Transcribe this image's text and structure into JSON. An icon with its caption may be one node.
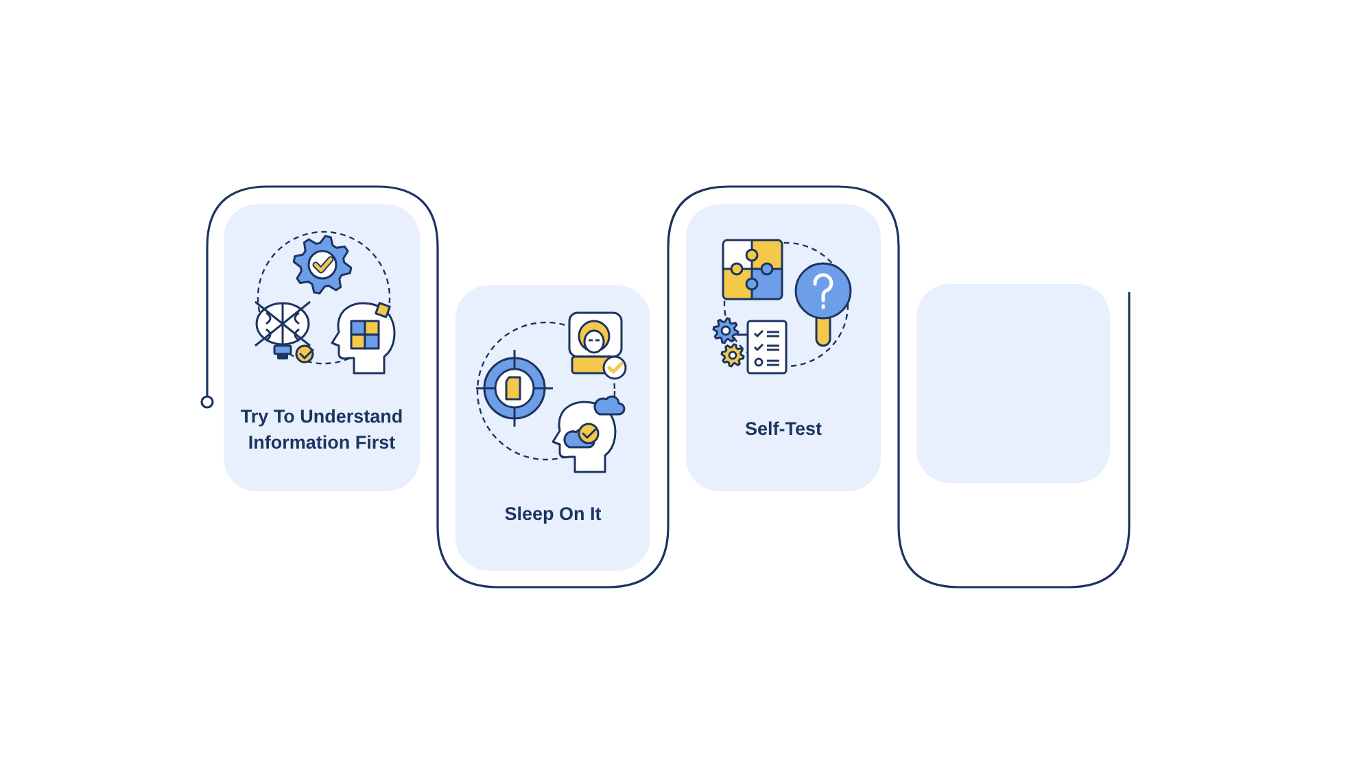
{
  "diagram": {
    "nodes": [
      {
        "text": [
          "Try To Understand Information First"
        ]
      },
      {
        "text": [
          "Sleep On It"
        ]
      },
      {
        "text": [
          "Self-Test"
        ]
      },
      {
        "text": [],
        "shape": "box"
      }
    ]
  }
}
